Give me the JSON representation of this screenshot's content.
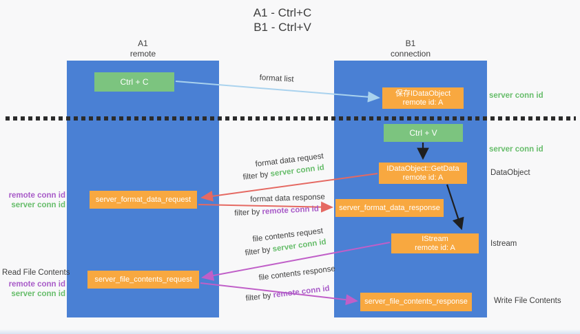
{
  "title": {
    "line1": "A1 - Ctrl+C",
    "line2": "B1 - Ctrl+V"
  },
  "columns": {
    "a1": {
      "name": "A1",
      "subtitle": "remote"
    },
    "b1": {
      "name": "B1",
      "subtitle": "connection"
    }
  },
  "nodes": {
    "ctrl_c": {
      "label": "Ctrl + C"
    },
    "save_dataobject": {
      "line1": "保存IDataObject",
      "line2": "remote id: A"
    },
    "ctrl_v": {
      "label": "Ctrl + V"
    },
    "getdata": {
      "line1": "IDataObject::GetData",
      "line2": "remote id: A"
    },
    "format_request": {
      "label": "server_format_data_request"
    },
    "format_response": {
      "label": "server_format_data_response"
    },
    "istream": {
      "line1": "IStream",
      "line2": "remote id: A"
    },
    "file_request": {
      "label": "server_file_contents_request"
    },
    "file_response": {
      "label": "server_file_contents_response"
    }
  },
  "arrows": {
    "format_list": {
      "label": "format list"
    },
    "format_data_request": {
      "label": "format data request",
      "filter_prefix": "filter by ",
      "filter_key": "server conn id"
    },
    "format_data_response": {
      "label": "format data response",
      "filter_prefix": "filter by ",
      "filter_key": "remote conn id"
    },
    "file_contents_request": {
      "label": "file contents request",
      "filter_prefix": "filter by ",
      "filter_key": "server conn id"
    },
    "file_contents_response": {
      "label": "file contents response",
      "filter_prefix": "filter by ",
      "filter_key": "remote conn id"
    }
  },
  "right_labels": {
    "server_conn_id_top": "server conn id",
    "server_conn_id_mid": "server conn id",
    "dataobject": "DataObject",
    "istream": "Istream",
    "write_file_contents": "Write File Contents"
  },
  "left_labels": {
    "remote_conn_id_1": "remote conn id",
    "server_conn_id_1": "server conn id",
    "read_file_contents": "Read File Contents",
    "remote_conn_id_2": "remote conn id",
    "server_conn_id_2": "server conn id"
  },
  "colors": {
    "background": "#f8f8f9",
    "column_blue": "#4a80d4",
    "box_green": "#7cc47f",
    "box_orange": "#f8a840",
    "text_dark": "#3d3d3d",
    "text_green": "#67bd6b",
    "text_purple": "#a85bc8",
    "arrow_lightblue": "#a9d2ee",
    "arrow_red": "#e56962",
    "arrow_magenta": "#c05fc8",
    "arrow_black": "#1f1f1f",
    "box_text": "#ffffff",
    "dashed_line": "#2b2b2b"
  }
}
